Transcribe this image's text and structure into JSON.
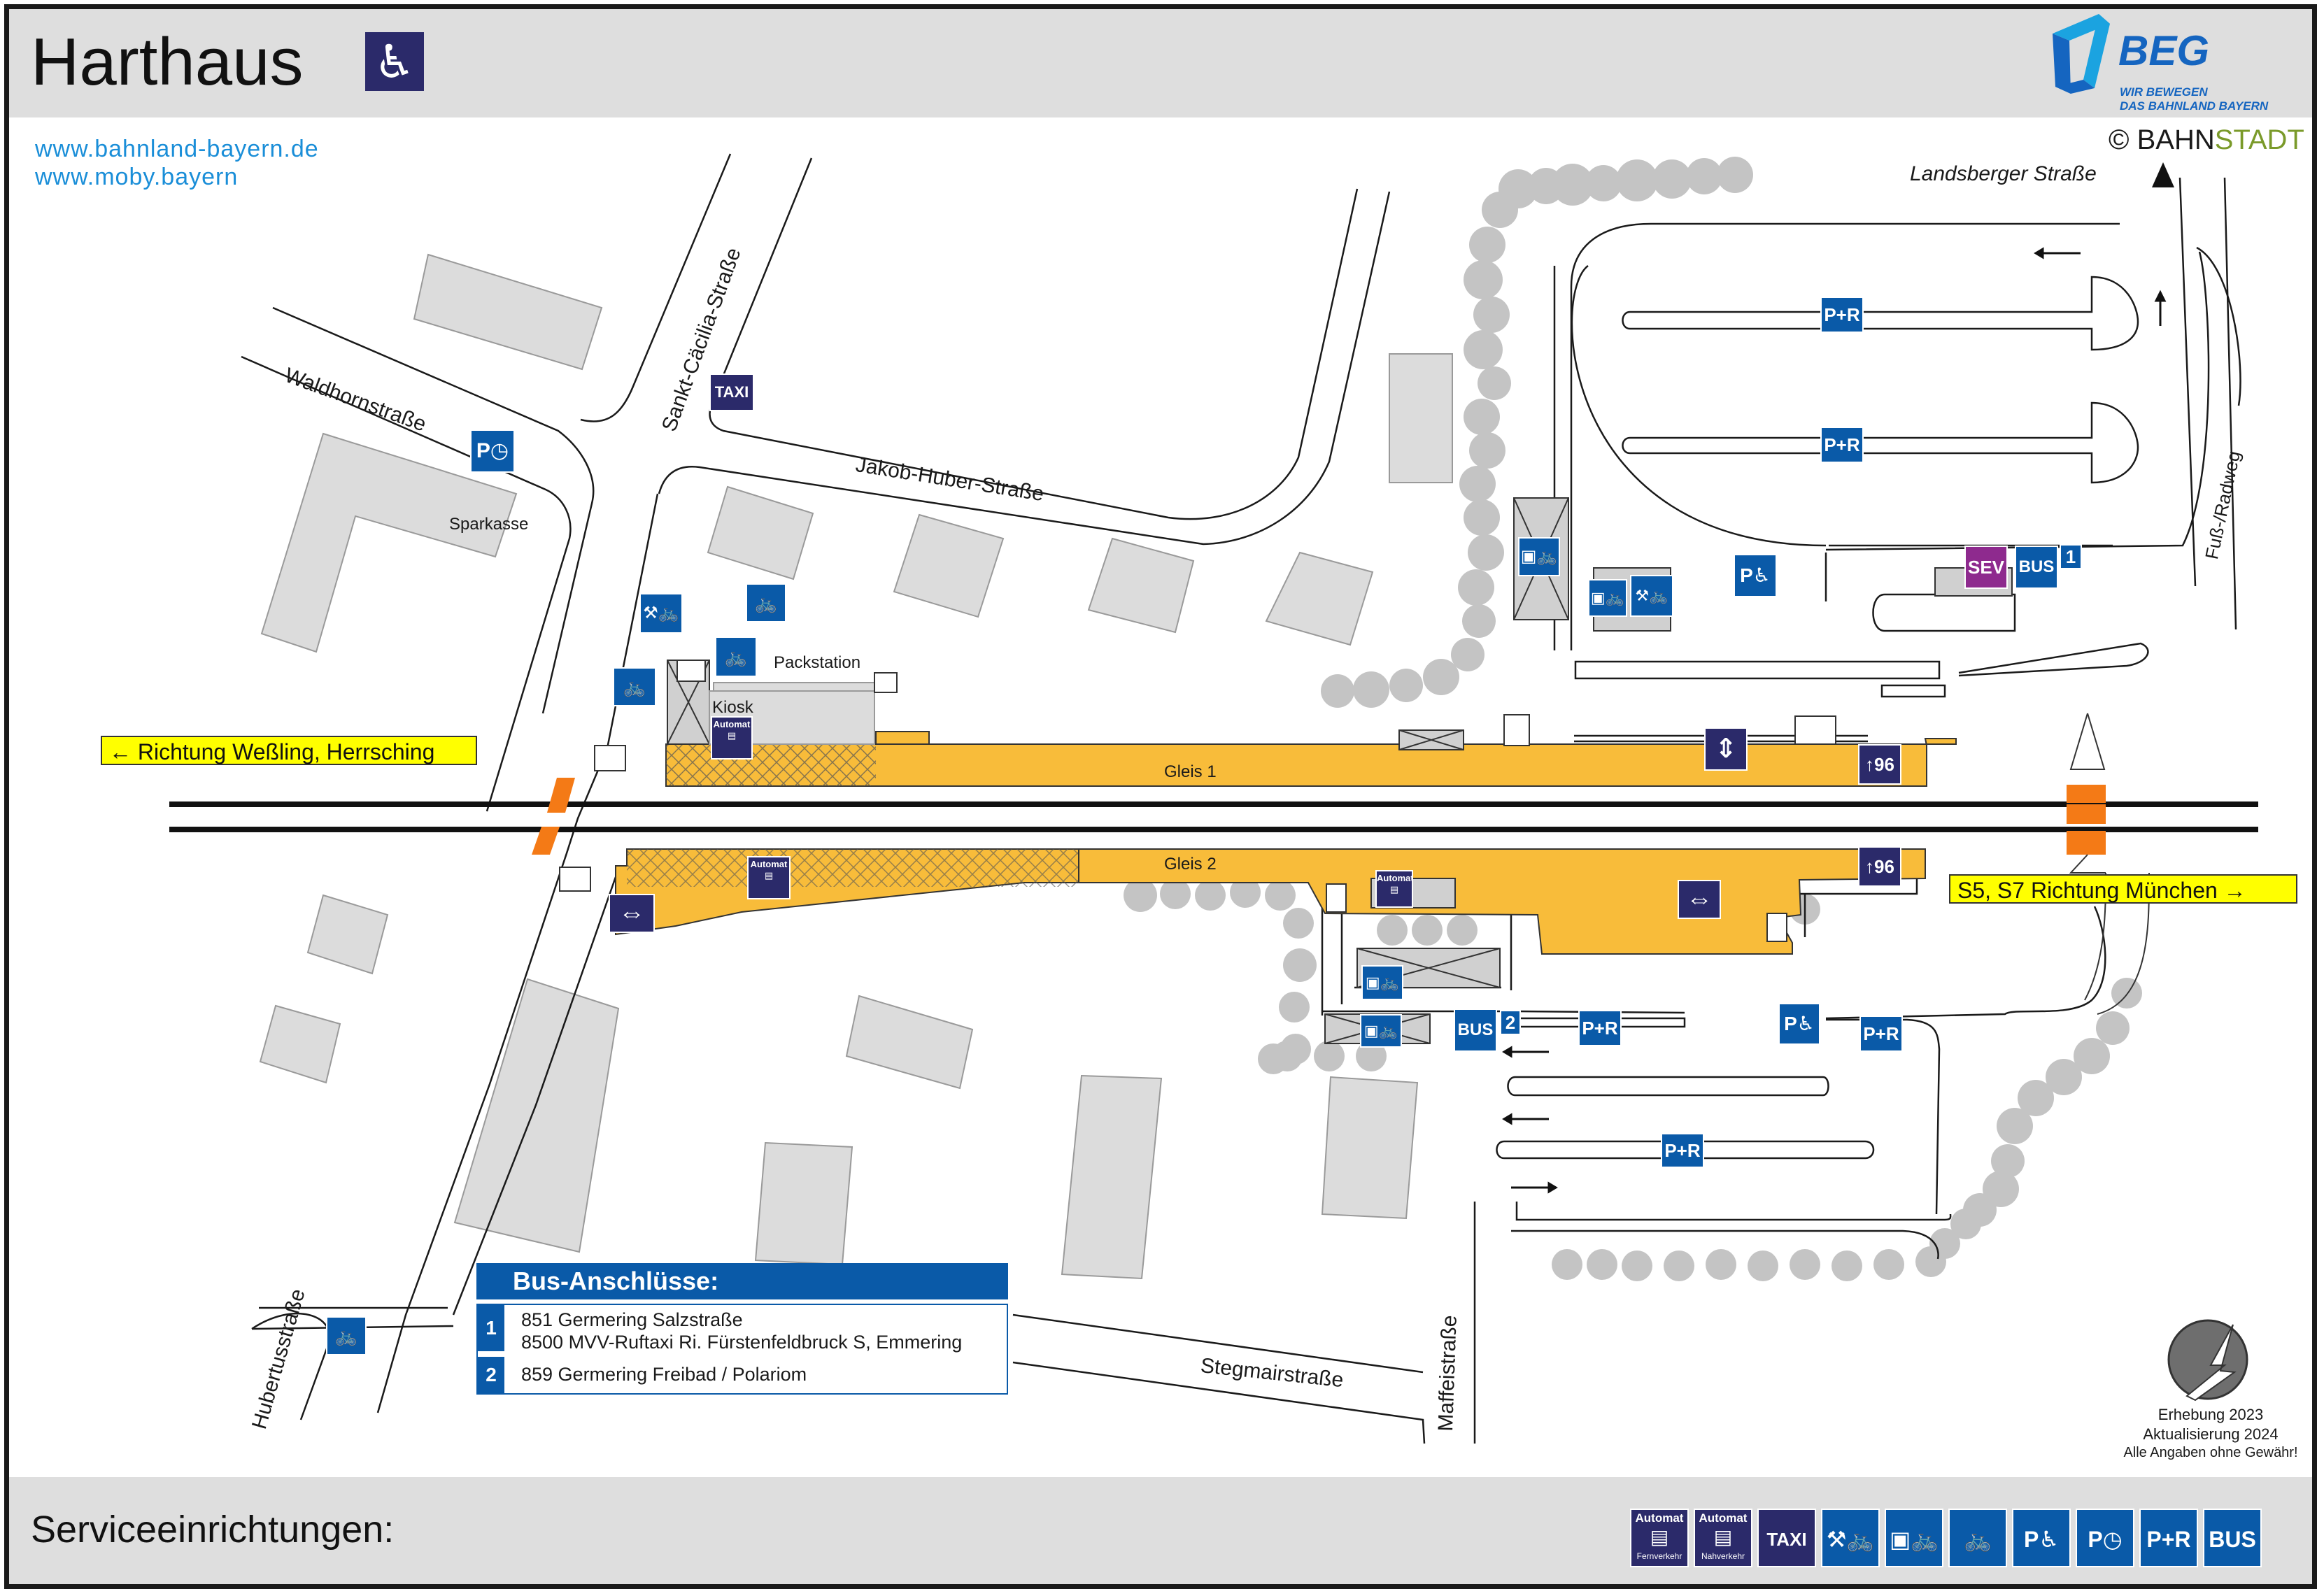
{
  "header": {
    "title": "Harthaus",
    "links": [
      "www.bahnland-bayern.de",
      "www.moby.bayern"
    ],
    "logo": {
      "brand": "BEG",
      "slogan_line1": "WIR BEWEGEN",
      "slogan_line2": "DAS BAHNLAND BAYERN"
    },
    "copyright_prefix": "© BAHN",
    "copyright_suffix": "STADT"
  },
  "streets": {
    "waldhorn": "Waldhornstraße",
    "caecilia": "Sankt-Cäcilia-Straße",
    "jakob": "Jakob-Huber-Straße",
    "landsberger": "Landsberger Straße",
    "fussweg": "Fuß-/Radweg",
    "hubertus": "Hubertusstraße",
    "stegmair": "Stegmairstraße",
    "maffei": "Maffeistraße"
  },
  "places": {
    "sparkasse": "Sparkasse",
    "packstation": "Packstation",
    "kiosk": "Kiosk",
    "gleis1": "Gleis 1",
    "gleis2": "Gleis 2"
  },
  "directions": {
    "west": "← Richtung Weßling, Herrsching",
    "east": "S5, S7 Richtung München →"
  },
  "icons": {
    "taxi": "TAXI",
    "pr": "P+R",
    "bus": "BUS",
    "sev": "SEV",
    "automat": "Automat",
    "bus1_num": "1",
    "bus2_num": "2",
    "track_number": "96",
    "p": "P"
  },
  "bus_connections": {
    "title": "Bus-Anschlüsse:",
    "lines": [
      {
        "stop": "1",
        "text": [
          "851 Germering Salzstraße",
          "8500 MVV-Ruftaxi Ri. Fürstenfeldbruck S, Emmering"
        ]
      },
      {
        "stop": "2",
        "text": [
          "859 Germering Freibad / Polariom"
        ]
      }
    ]
  },
  "survey": {
    "line1": "Erhebung 2023",
    "line2": "Aktualisierung 2024",
    "line3": "Alle Angaben ohne Gewähr!"
  },
  "service": {
    "title": "Serviceeinrichtungen:",
    "legend": [
      {
        "name": "automat-fernverkehr",
        "label": "Automat",
        "sub": "Fernverkehr",
        "color": "#2b2a6a"
      },
      {
        "name": "automat-nahverkehr",
        "label": "Automat",
        "sub": "Nahverkehr",
        "color": "#2b2a6a"
      },
      {
        "name": "taxi",
        "label": "TAXI",
        "sub": "",
        "color": "#2b2a6a"
      },
      {
        "name": "bike-service",
        "label": "⚒🚲",
        "sub": "",
        "color": "#0a5aa8"
      },
      {
        "name": "bike-box",
        "label": "▣🚲",
        "sub": "",
        "color": "#0a5aa8"
      },
      {
        "name": "bike-parking",
        "label": "🚲",
        "sub": "",
        "color": "#0a5aa8"
      },
      {
        "name": "disabled-parking",
        "label": "P♿",
        "sub": "",
        "color": "#0a5aa8"
      },
      {
        "name": "short-parking",
        "label": "P◷",
        "sub": "",
        "color": "#0a5aa8"
      },
      {
        "name": "park-ride",
        "label": "P+R",
        "sub": "",
        "color": "#0a5aa8"
      },
      {
        "name": "bus",
        "label": "BUS",
        "sub": "",
        "color": "#0a5aa8"
      }
    ]
  }
}
